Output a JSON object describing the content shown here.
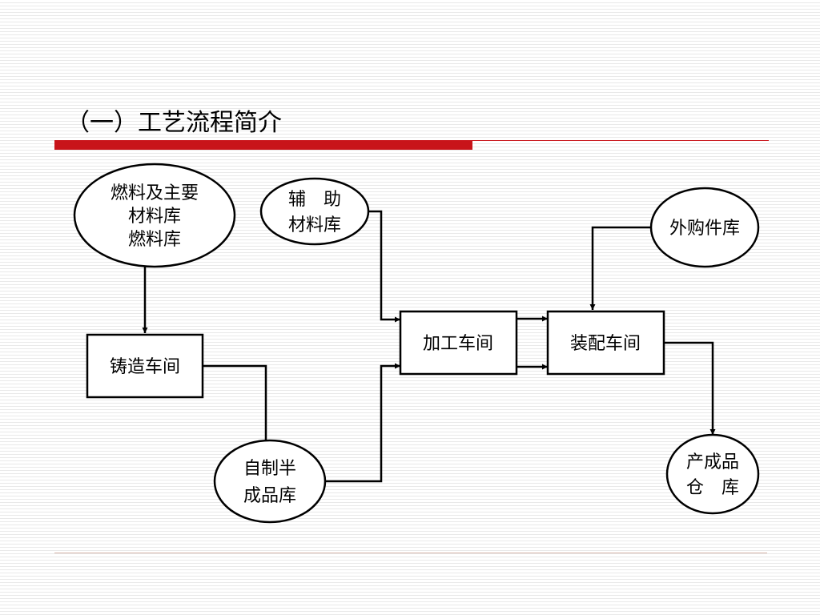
{
  "title": "（一）工艺流程简介",
  "nodes": {
    "fuel_main_material": {
      "lines": [
        "燃料及主要",
        "材料库",
        "燃料库"
      ]
    },
    "aux_material": {
      "lines": [
        "辅　助",
        "材料库"
      ]
    },
    "purchased_parts": {
      "lines": [
        "外购件库"
      ]
    },
    "casting": {
      "lines": [
        "铸造车间"
      ]
    },
    "machining": {
      "lines": [
        "加工车间"
      ]
    },
    "assembly": {
      "lines": [
        "装配车间"
      ]
    },
    "semi_finished": {
      "lines": [
        "自制半",
        "成品库"
      ]
    },
    "finished_product": {
      "lines": [
        "产成品",
        "仓　库"
      ]
    }
  },
  "colors": {
    "accent_bar": "#c8141a",
    "stroke": "#000000"
  }
}
